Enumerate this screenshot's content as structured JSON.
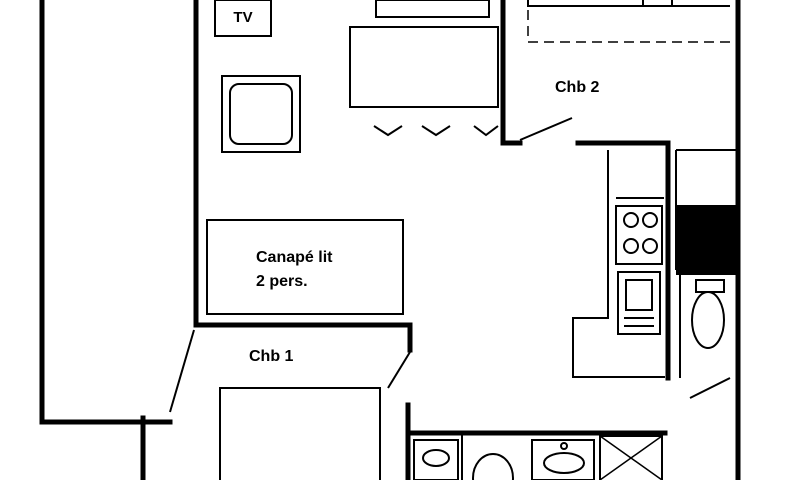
{
  "labels": {
    "tv": "TV",
    "bedroom_2": "Chb 2",
    "sofa_bed_line1": "Canapé lit",
    "sofa_bed_line2": "2 pers.",
    "bedroom_1": "Chb 1"
  }
}
